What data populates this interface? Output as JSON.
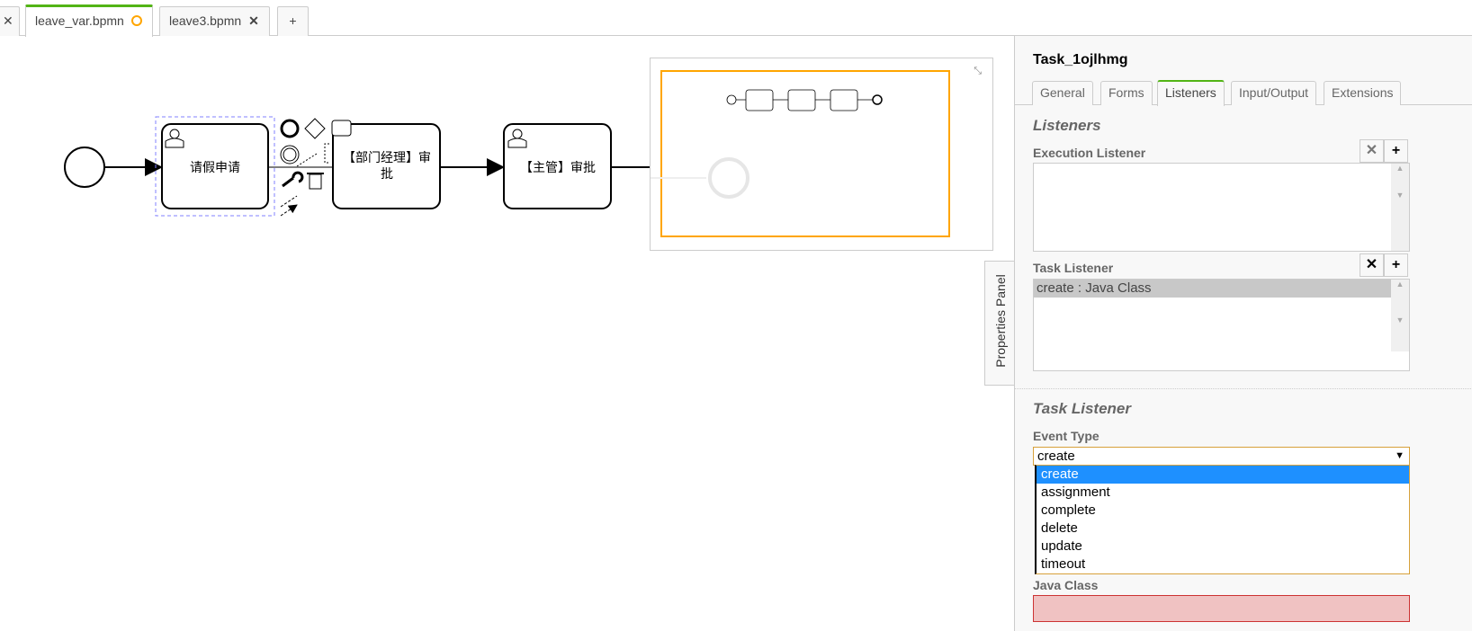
{
  "file_tabs": [
    {
      "label": "",
      "close": "✕"
    },
    {
      "label": "leave_var.bpmn",
      "status": "unsaved-circle-icon"
    },
    {
      "label": "leave3.bpmn",
      "close": "✕"
    },
    {
      "label": "+"
    }
  ],
  "diagram": {
    "tasks": [
      "请假申请",
      "【部门经理】审批",
      "【主管】审批"
    ],
    "task2_lines": [
      "【部门经理】审",
      "批"
    ]
  },
  "properties": {
    "side_tab": "Properties Panel",
    "title": "Task_1ojlhmg",
    "tabs": [
      "General",
      "Forms",
      "Listeners",
      "Input/Output",
      "Extensions"
    ],
    "active_tab": "Listeners",
    "group_listeners": "Listeners",
    "execution_listener": "Execution Listener",
    "task_listener": "Task Listener",
    "remove": "✕",
    "add": "+",
    "task_listener_items": [
      "create : Java Class"
    ],
    "group_task_listener": "Task Listener",
    "event_type_label": "Event Type",
    "event_type_value": "create",
    "event_type_options": [
      "create",
      "assignment",
      "complete",
      "delete",
      "update",
      "timeout"
    ],
    "java_class_label": "Java Class"
  },
  "colors": {
    "accent": "#52b415",
    "selection": "#1e90ff",
    "minimap_viewport": "#ffa500",
    "error_bg": "#f0c2c2"
  }
}
